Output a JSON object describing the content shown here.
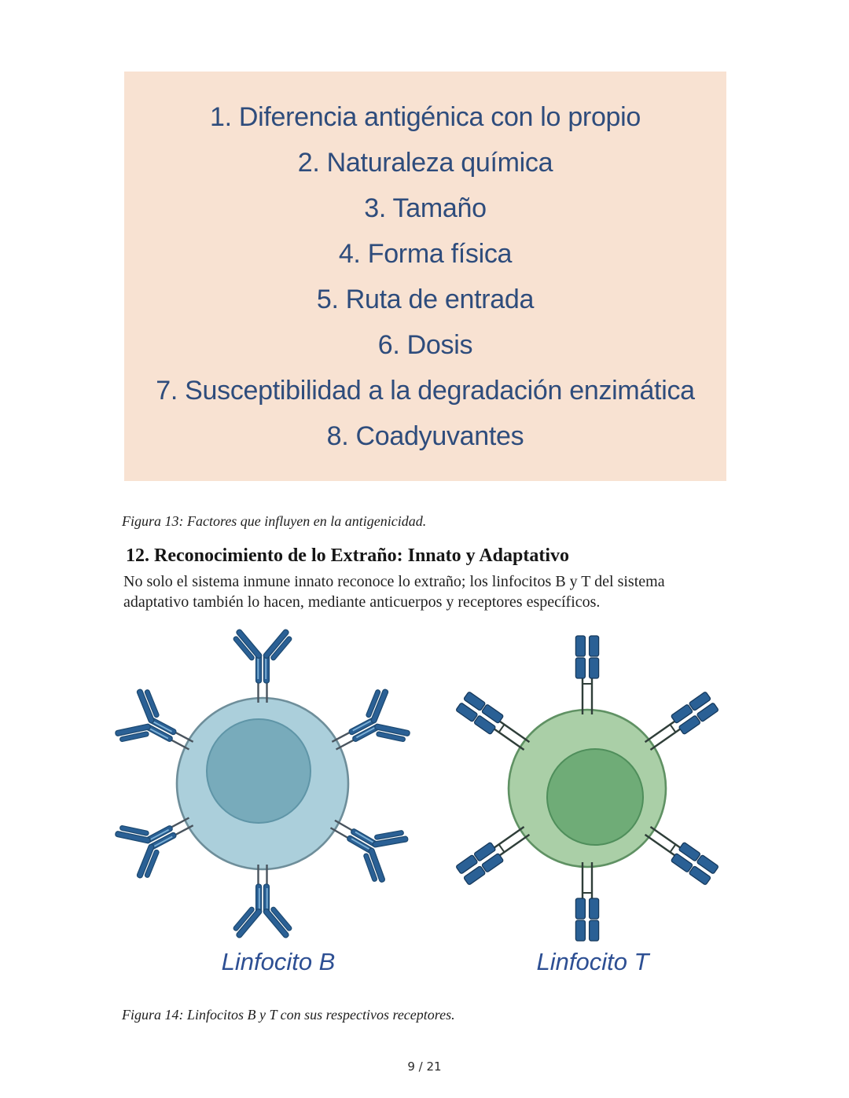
{
  "slide": {
    "background": "#f8e2d2",
    "text_color": "#2e4c7c",
    "items": [
      "1. Diferencia antigénica con lo propio",
      "2. Naturaleza química",
      "3. Tamaño",
      "4. Forma física",
      "5. Ruta de entrada",
      "6. Dosis",
      "7. Susceptibilidad a la degradación enzimática",
      "8. Coadyuvantes"
    ]
  },
  "document": {
    "figure13_caption": "Figura 13: Factores que influyen en la antigenicidad.",
    "section_heading": "12. Reconocimiento de lo Extraño: Innato y Adaptativo",
    "body_line1": "No solo el sistema inmune innato reconoce lo extraño; los linfocitos B y T del sistema",
    "body_line2": "adaptativo también lo hacen, mediante anticuerpos y receptores específicos.",
    "figure14_caption": "Figura 14: Linfocitos B y T con sus respectivos receptores.",
    "page_number": "9 / 21"
  },
  "figure14": {
    "label_b": "Linfocito B",
    "label_t": "Linfocito T",
    "colors": {
      "b_cell_fill": "#abcfdb",
      "b_cell_border": "#6e8e9a",
      "b_nucleus_fill": "#78abbb",
      "b_nucleus_border": "#5f95a7",
      "t_cell_fill": "#aacfa7",
      "t_cell_border": "#5f9163",
      "t_nucleus_fill": "#6fac77",
      "t_nucleus_border": "#4f8e5b",
      "receptor_fill": "#2a6095",
      "receptor_highlight": "#7fb3d8",
      "label_color": "#2d4f93"
    }
  }
}
